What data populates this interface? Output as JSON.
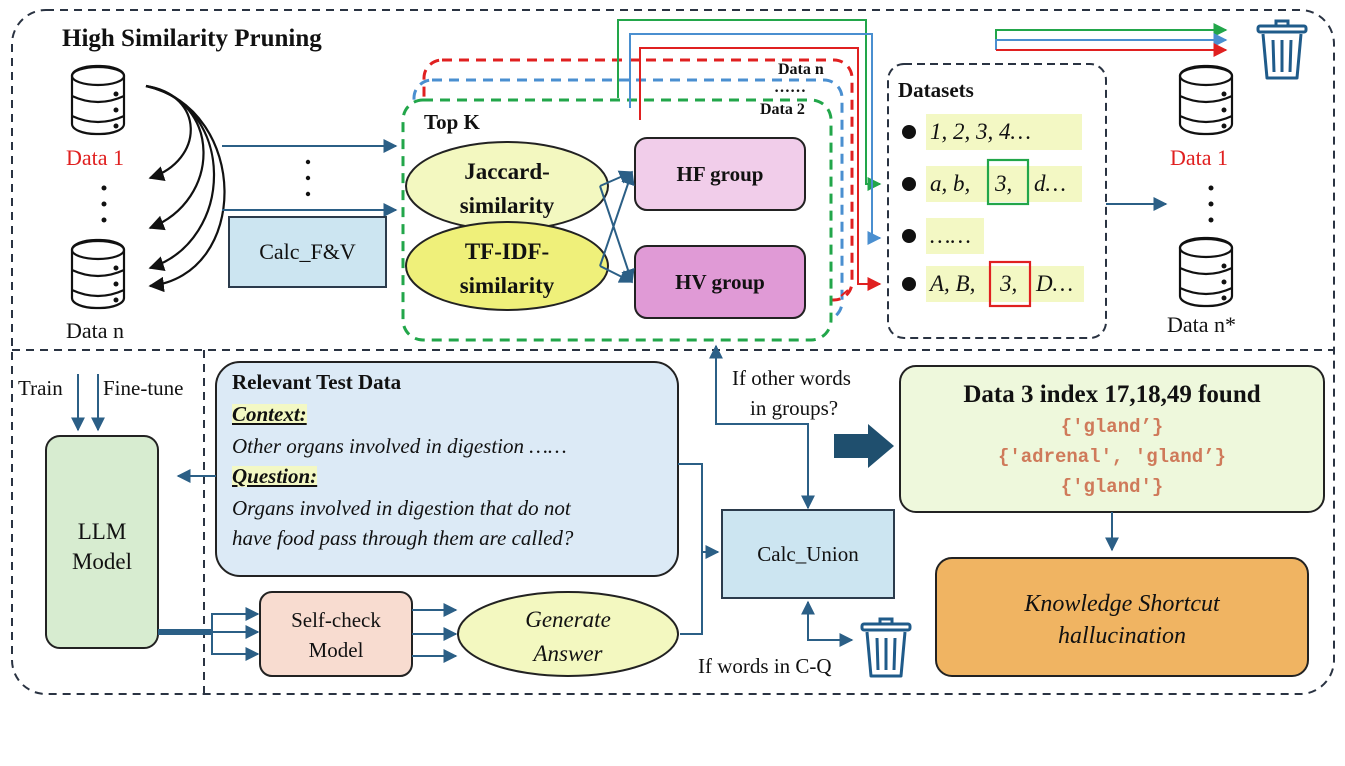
{
  "top": {
    "title": "High Similarity Pruning",
    "data1_left": "Data 1",
    "datan_left": "Data n",
    "calc_fv": "Calc_F&V",
    "topk": "Top K",
    "data_n_stack": "Data n",
    "data_2_stack": "Data 2",
    "dots_stack": "……",
    "jaccard_line1": "Jaccard-",
    "jaccard_line2": "similarity",
    "tfidf_line1": "TF-IDF-",
    "tfidf_line2": "similarity",
    "hf_group": "HF group",
    "hv_group": "HV group",
    "datasets_title": "Datasets",
    "row1": "1,  2,  3,  4…",
    "row2_a": "a,  b,",
    "row2_box": "3,",
    "row2_b": "d…",
    "row3": "……",
    "row4_a": "A,  B,",
    "row4_box": "3,",
    "row4_b": "D…",
    "data1_right": "Data 1",
    "datan_right": "Data n*"
  },
  "bottom": {
    "train": "Train",
    "finetune": "Fine-tune",
    "llm_line1": "LLM",
    "llm_line2": "Model",
    "rtd_title": "Relevant Test Data",
    "context_label": "Context:",
    "context_text": "Other organs involved in digestion ……",
    "question_label": "Question:",
    "question_line1": "Organs involved in digestion that do not",
    "question_line2": "have food pass through them are called?",
    "selfcheck_line1": "Self-check",
    "selfcheck_line2": "Model",
    "generate_line1": "Generate",
    "generate_line2": "Answer",
    "calc_union": "Calc_Union",
    "if_other_line1": "If other words",
    "if_other_line2": "in groups?",
    "if_words_cq": "If words in C-Q",
    "found_title": "Data 3 index 17,18,49 found",
    "found_set1": "{'gland’}",
    "found_set2": "{'adrenal', 'gland’}",
    "found_set3": "{'gland'}",
    "ks_line1": "Knowledge Shortcut",
    "ks_line2": "hallucination"
  },
  "colors": {
    "arrow": "#2b5f86",
    "green": "#22a64a",
    "red": "#e02020",
    "blue": "#4a8fd0",
    "hl": "#f3f8c4",
    "trash": "#1f5b8a"
  }
}
